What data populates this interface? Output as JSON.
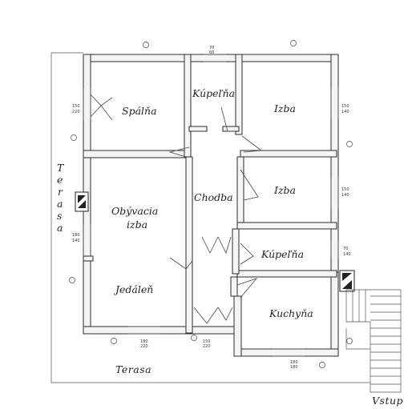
{
  "rooms": {
    "spalna": "Spálňa",
    "kupelna_top": "Kúpeľňa",
    "izba_top": "Izba",
    "izba_mid": "Izba",
    "chodba": "Chodba",
    "obyvacia_line1": "Obývacia",
    "obyvacia_line2": "izba",
    "kupelna_mid": "Kúpeľňa",
    "jedalen": "Jedáleň",
    "kuchyna": "Kuchyňa"
  },
  "exterior": {
    "terasa_left": "Terasa",
    "terasa_bottom": "Terasa",
    "vstup": "Vstup"
  },
  "dimensions": {
    "spalna_window_top": "150",
    "spalna_window_bottom": "220",
    "kupelna_top_window_top": "70",
    "kupelna_top_window_bottom": "60",
    "izba_top_window_top": "150",
    "izba_top_window_bottom": "140",
    "izba_mid_window_top": "150",
    "izba_mid_window_bottom": "140",
    "obyvacia_window_top": "180",
    "obyvacia_window_bottom": "140",
    "kupelna_mid_window_top": "70",
    "kupelna_mid_window_bottom": "140",
    "jedalen_window_top": "180",
    "jedalen_window_bottom": "220",
    "entrance_window_top": "150",
    "entrance_window_bottom": "220",
    "kuchyna_window_top": "180",
    "kuchyna_window_bottom": "180"
  }
}
